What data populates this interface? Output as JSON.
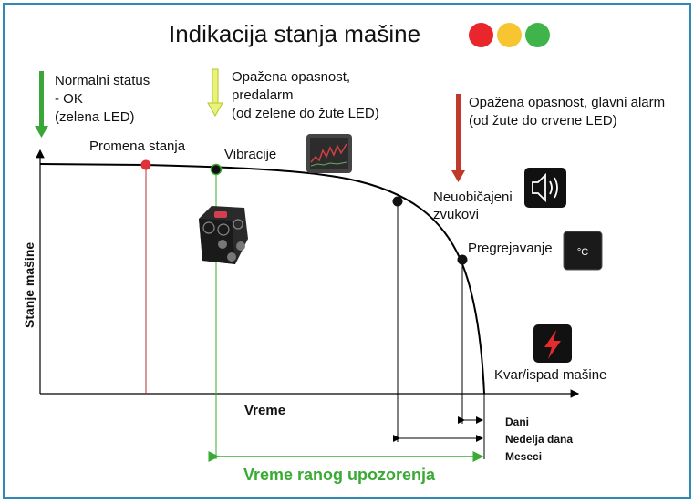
{
  "title": "Indikacija stanja mašine",
  "leds": [
    {
      "name": "red-led",
      "color": "#e8262b"
    },
    {
      "name": "yellow-led",
      "color": "#f6c531"
    },
    {
      "name": "green-led",
      "color": "#3eb44a"
    }
  ],
  "stages": {
    "normal": {
      "line1": "Normalni status",
      "line2": "- OK",
      "line3": "(zelena LED)",
      "arrow_color": "#3aa637"
    },
    "prealarm": {
      "line1": "Opažena opasnost,",
      "line2": "predalarm",
      "line3": "(od zelene do žute LED)",
      "arrow_color": "#d6e641"
    },
    "alarm": {
      "line1": "Opažena opasnost, glavni alarm",
      "line2": "(od žute do crvene LED)",
      "arrow_color": "#c0392b"
    }
  },
  "events": {
    "state_change": "Promena stanja",
    "vibration": "Vibracije",
    "noise_line1": "Neuobičajeni",
    "noise_line2": "zvukovi",
    "overheating": "Pregrejavanje",
    "failure": "Kvar/ispad mašine"
  },
  "icons": {
    "vibration": "vibration-chart-icon",
    "sensor": "vibration-sensor-device",
    "noise": "speaker-sound-icon",
    "temperature": "temperature-celsius-icon",
    "failure": "lightning-bolt-icon",
    "temperature_label": "°C"
  },
  "axes": {
    "ylabel": "Stanje mašine",
    "xlabel": "Vreme"
  },
  "spans": {
    "days": "Dani",
    "weeks": "Nedelja dana",
    "months": "Meseci"
  },
  "early_warning": "Vreme ranog upozorenja",
  "colors": {
    "frame": "#2f8bb5",
    "state_change_marker": "#e0303a",
    "early_warning": "#3aaa35",
    "state_change_line": "#b03030",
    "vibration_line": "#3aaa35"
  }
}
